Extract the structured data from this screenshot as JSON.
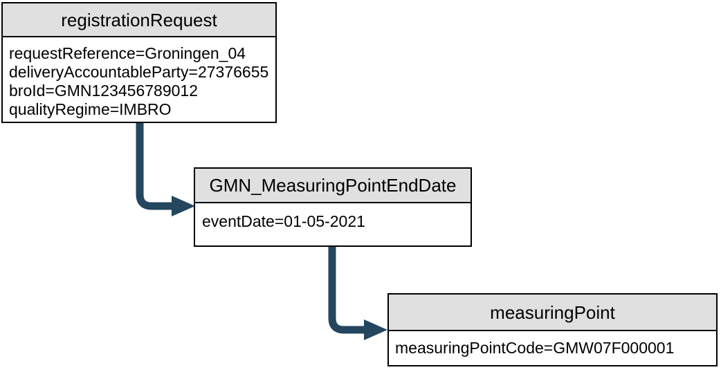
{
  "diagram": {
    "type": "object-tree",
    "colors": {
      "arrow": "#24465E",
      "node_header_bg": "#E0E0E0",
      "node_border": "#000000",
      "text": "#000000"
    },
    "nodes": [
      {
        "title": "registrationRequest",
        "attributes": [
          "requestReference=Groningen_04",
          "deliveryAccountableParty=27376655",
          "broId=GMN123456789012",
          "qualityRegime=IMBRO"
        ]
      },
      {
        "title": "GMN_MeasuringPointEndDate",
        "attributes": [
          "eventDate=01-05-2021"
        ]
      },
      {
        "title": "measuringPoint",
        "attributes": [
          "measuringPointCode=GMW07F000001"
        ]
      }
    ],
    "edges": [
      {
        "from": "registrationRequest",
        "to": "GMN_MeasuringPointEndDate"
      },
      {
        "from": "GMN_MeasuringPointEndDate",
        "to": "measuringPoint"
      }
    ]
  }
}
